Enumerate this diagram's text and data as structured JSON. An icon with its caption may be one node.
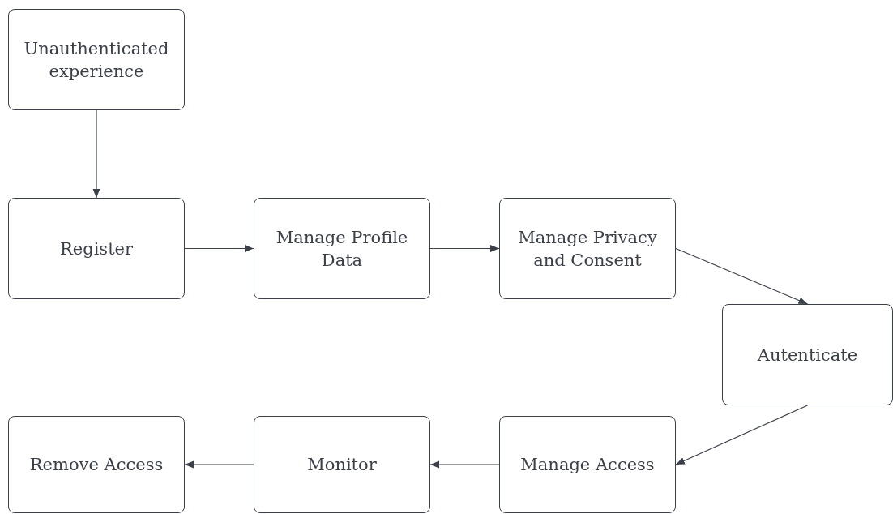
{
  "diagram": {
    "nodes": [
      {
        "text": [
          "Unauthenticated experience"
        ]
      },
      {
        "text": [
          "Register"
        ]
      },
      {
        "text": [
          "Manage Profile Data"
        ]
      },
      {
        "text": [
          "Manage Privacy and Consent"
        ]
      },
      {
        "text": [
          "Autenticate"
        ]
      },
      {
        "text": [
          "Manage Access"
        ]
      },
      {
        "text": [
          "Monitor"
        ]
      },
      {
        "text": [
          "Remove Access"
        ]
      }
    ],
    "edges": [
      {
        "from": 0,
        "to": 1,
        "arrow": "to"
      },
      {
        "from": 1,
        "to": 2,
        "arrow": "to"
      },
      {
        "from": 2,
        "to": 3,
        "arrow": "to"
      },
      {
        "from": 3,
        "to": 4,
        "arrow": "to"
      },
      {
        "from": 4,
        "to": 5,
        "arrow": "to"
      },
      {
        "from": 5,
        "to": 6,
        "arrow": "to"
      },
      {
        "from": 6,
        "to": 7,
        "arrow": "to"
      }
    ]
  }
}
